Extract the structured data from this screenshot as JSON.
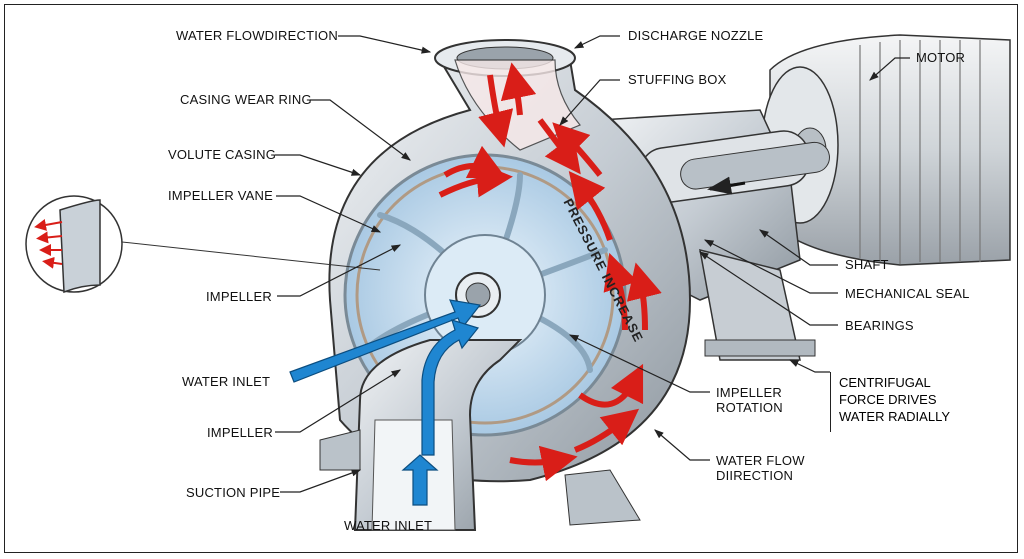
{
  "labels": {
    "water_flow_direction_top": "WATER FLOWDIRECTION",
    "discharge_nozzle": "DISCHARGE NOZZLE",
    "motor": "MOTOR",
    "stuffing_box": "STUFFING BOX",
    "casing_wear_ring": "CASING WEAR RING",
    "volute_casing": "VOLUTE CASING",
    "impeller_vane": "IMPELLER VANE",
    "impeller_left_1": "IMPELLER",
    "water_inlet_left": "WATER INLET",
    "impeller_left_2": "IMPELLER",
    "suction_pipe": "SUCTION PIPE",
    "water_inlet_bottom": "WATER INLET",
    "shaft": "SHAFT",
    "mechanical_seal": "MECHANICAL SEAL",
    "bearings": "BEARINGS",
    "impeller_rotation": "IMPELLER\nROTATION",
    "water_flow_direction_bottom": "WATER FLOW\nDIIRECTION",
    "centrifugal_note": "CENTRIFUGAL\nFORCE DRIVES\nWATER RADIALLY",
    "pressure_increase": "PRESSURE INCREASE"
  },
  "colors": {
    "flow_arrow": "#d91e18",
    "inlet_arrow": "#1f86d1",
    "casing": "#c9cfd6",
    "impeller_fill": "#cfe3f2",
    "line": "#222222"
  },
  "icons": {
    "vane_inset": "vane-blade-icon"
  }
}
